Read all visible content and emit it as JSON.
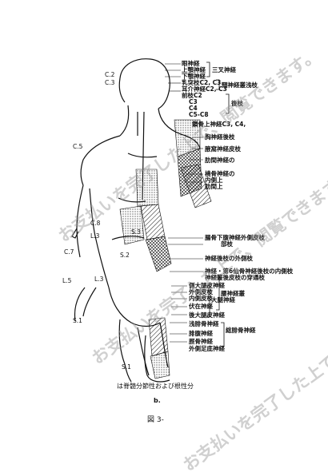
{
  "nerve_labels": [
    "眼神経",
    "上顎神経",
    "下顎神経",
    "三叉神経",
    "乳突枝C2, C3",
    "耳介神経C2, C3",
    "頸神経叢浅枝",
    "前枝C2",
    "C3",
    "C4",
    "C5-C8",
    "後枝",
    "鎖骨上神経C3, C4,",
    "胸神経後枝",
    "腋窩神経皮枝",
    "肋間神経の",
    "橈骨神経の",
    "内側上",
    "肋間上",
    "腸骨下腹神経外側皮枝",
    "部枝",
    "神経後枝の外側枝",
    "神経・第6仙骨神経後枝の内側枝",
    "神経叢後皮枝の穿通枝",
    "側大腿皮神経",
    "大腿神経",
    "外側皮枝",
    "内側皮枝",
    "伏在神経",
    "腰神経叢",
    "後大腿皮神経",
    "浅腓骨神経",
    "腓腹神経",
    "総腓骨神経",
    "脛骨神経",
    "外側足底神経"
  ],
  "segment_labels": [
    "C.2",
    "C.3",
    "C.5",
    "C.8",
    "L.3",
    "C.7",
    "S.3",
    "S.2",
    "L.5",
    "L.3",
    "S.1",
    "S.1"
  ],
  "caption": {
    "legend": "は脊髄分節性および根性分",
    "panel": "b.",
    "figure": "図 3-"
  },
  "watermark": [
    "お支払いを完了した上で、閲覧できます。",
    "お支払いを完了した上で、閲覧できます。",
    "お支払いを完了した上で、閲覧できます。"
  ]
}
